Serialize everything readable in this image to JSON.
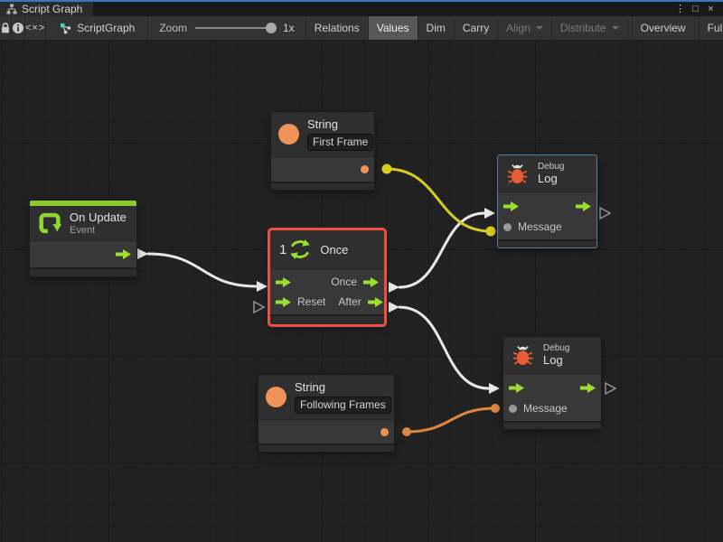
{
  "titlebar": {
    "tab": "Script Graph"
  },
  "window_controls": {
    "more": "⋮",
    "maximize": "□",
    "close": "×"
  },
  "toolbar": {
    "breadcrumb_root": "<×>",
    "graph_name": "ScriptGraph",
    "zoom_label": "Zoom",
    "zoom_value": "1x",
    "buttons": [
      {
        "label": "Relations"
      },
      {
        "label": "Values"
      },
      {
        "label": "Dim"
      },
      {
        "label": "Carry"
      },
      {
        "label": "Align"
      },
      {
        "label": "Distribute"
      },
      {
        "label": "Overview"
      },
      {
        "label": "Full Screen"
      }
    ],
    "selected_button": "Values",
    "disabled_buttons": [
      "Align",
      "Distribute"
    ]
  },
  "graph": {
    "nodes": {
      "string_first": {
        "type": "String",
        "value": "First Frame"
      },
      "on_update": {
        "title": "On Update",
        "subtitle": "Event"
      },
      "once": {
        "badge": "1",
        "title": "Once",
        "ports": {
          "flow_out_1": "Once",
          "flow_in_2": "Reset",
          "flow_out_2": "After"
        }
      },
      "debug_top": {
        "kicker": "Debug",
        "title": "Log",
        "input": "Message"
      },
      "string_following": {
        "type": "String",
        "value": "Following Frames"
      },
      "debug_bottom": {
        "kicker": "Debug",
        "title": "Log",
        "input": "Message"
      }
    },
    "wires": [
      {
        "from": "on-update.flow-out",
        "to": "once.flow-in",
        "color": "#e8e8e8"
      },
      {
        "from": "once.once-out",
        "to": "debug-log-top.flow-in",
        "color": "#e8e8e8"
      },
      {
        "from": "once.after-out",
        "to": "debug-log-bottom.flow-in",
        "color": "#e8e8e8"
      },
      {
        "from": "string-first-frame.value-out",
        "to": "debug-log-top.message-in",
        "color": "#d9cc20"
      },
      {
        "from": "string-following-frames.value-out",
        "to": "debug-log-bottom.message-in",
        "color": "#dd8544"
      }
    ],
    "colors": {
      "selection_outline": "#ee4f42",
      "context_outline": "#4d7ea3",
      "flow_green": "#9adf2f",
      "value_orange": "#ee9356"
    }
  }
}
